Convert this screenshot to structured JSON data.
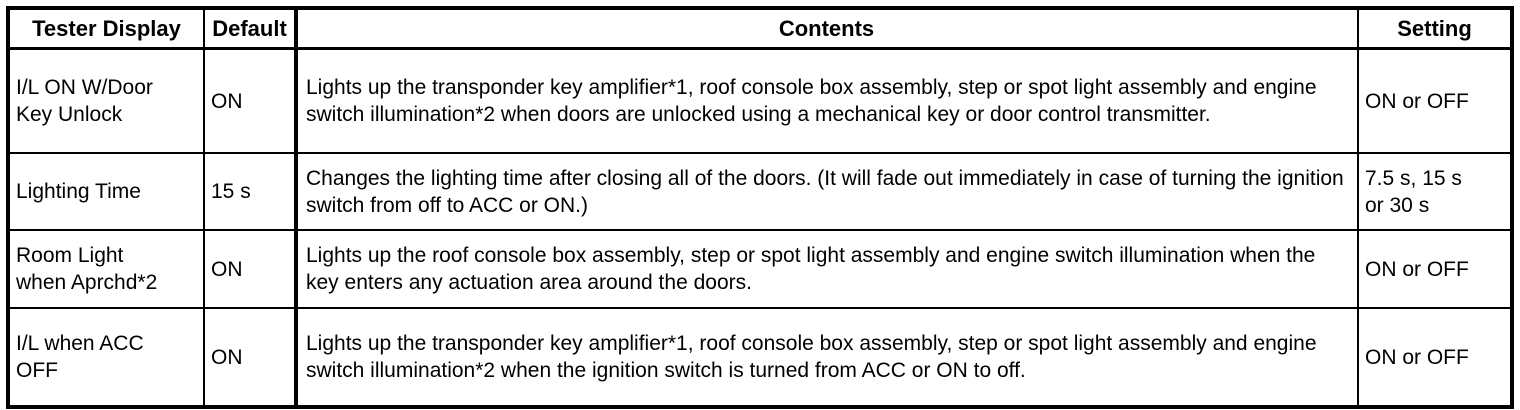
{
  "colors": {
    "background": "#ffffff",
    "text": "#000000",
    "border": "#000000"
  },
  "table": {
    "headers": {
      "tester_display": "Tester Display",
      "default": "Default",
      "contents": "Contents",
      "setting": "Setting"
    },
    "rows": [
      {
        "tester_display": "I/L ON W/Door\nKey Unlock",
        "default": "ON",
        "contents": "Lights up the transponder key amplifier*1, roof console box assembly, step or spot light assembly and engine switch illumination*2 when doors are unlocked using a mechanical key or door control transmitter.",
        "setting": "ON or OFF"
      },
      {
        "tester_display": "Lighting Time",
        "default": "15 s",
        "contents": "Changes the lighting time after closing all of the doors. (It will fade out immediately in case of turning the ignition switch from off to ACC or ON.)",
        "setting": "7.5 s, 15 s\nor 30 s"
      },
      {
        "tester_display": "Room Light\nwhen Aprchd*2",
        "default": "ON",
        "contents": "Lights up the roof console box assembly, step or spot light assembly and engine switch illumination when the key enters any actuation area around the doors.",
        "setting": "ON or OFF"
      },
      {
        "tester_display": "I/L when ACC\nOFF",
        "default": "ON",
        "contents": "Lights up the transponder key amplifier*1, roof console box assembly, step or spot light assembly and engine switch illumination*2 when the ignition switch is turned from ACC or ON to off.",
        "setting": "ON or OFF"
      }
    ]
  }
}
